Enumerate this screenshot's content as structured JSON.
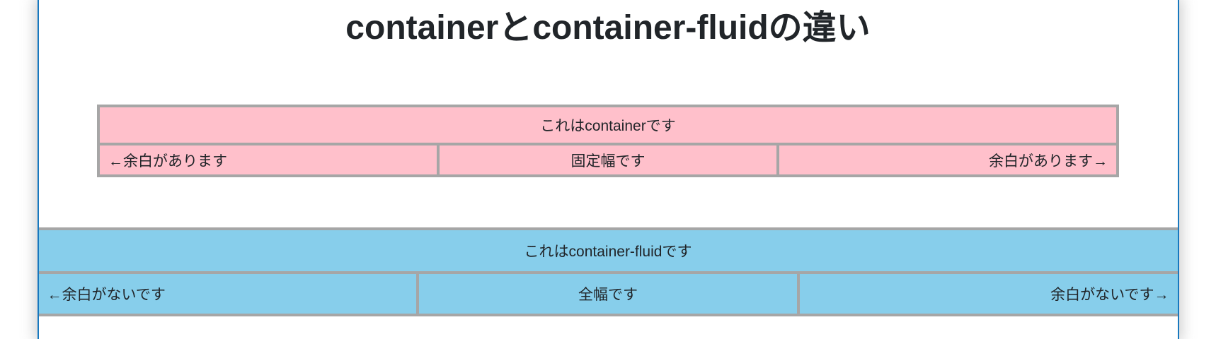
{
  "page": {
    "title": "containerとcontainer-fluidの違い"
  },
  "container_demo": {
    "header": "これはcontainerです",
    "cells": [
      {
        "label": "←余白があります",
        "align": "left"
      },
      {
        "label": "固定幅です",
        "align": "center"
      },
      {
        "label": "余白があります→",
        "align": "right"
      }
    ]
  },
  "container_fluid_demo": {
    "header": "これはcontainer-fluidです",
    "cells": [
      {
        "label": "←余白がないです",
        "align": "left"
      },
      {
        "label": "全幅です",
        "align": "center"
      },
      {
        "label": "余白がないです→",
        "align": "right"
      }
    ]
  },
  "colors": {
    "container_bg": "#ffc0cb",
    "container_fluid_bg": "#87ceeb",
    "cell_border": "#a6a6a6",
    "window_edge": "#1878be",
    "text": "#212529"
  }
}
